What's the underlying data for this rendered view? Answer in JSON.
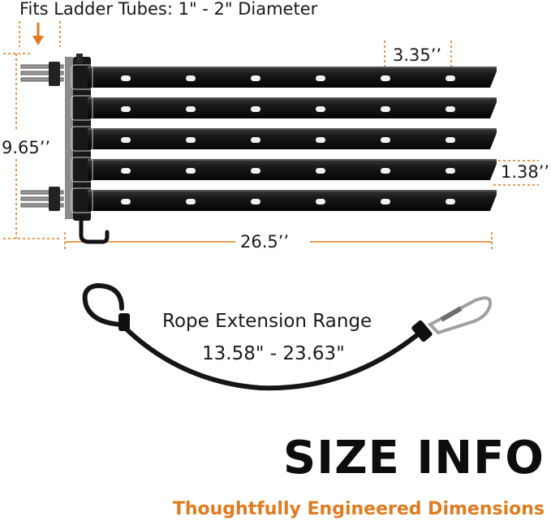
{
  "labels": {
    "fits": "Fits Ladder Tubes: 1\" - 2\"  Diameter",
    "width_top": "3.35’’",
    "height": "9.65’’",
    "width_side": "1.38’’",
    "length": "26.5’’",
    "rope_title": "Rope Extension Range",
    "rope_range": "13.58\" - 23.63\""
  },
  "heading": {
    "title": "SIZE INFO",
    "subtitle": "Thoughtfully Engineered Dimensions"
  },
  "colors": {
    "accent": "#e07b1e",
    "rack": "#141414",
    "text": "#111111"
  },
  "product": {
    "arm_count": 5,
    "holes_per_arm": 6
  }
}
